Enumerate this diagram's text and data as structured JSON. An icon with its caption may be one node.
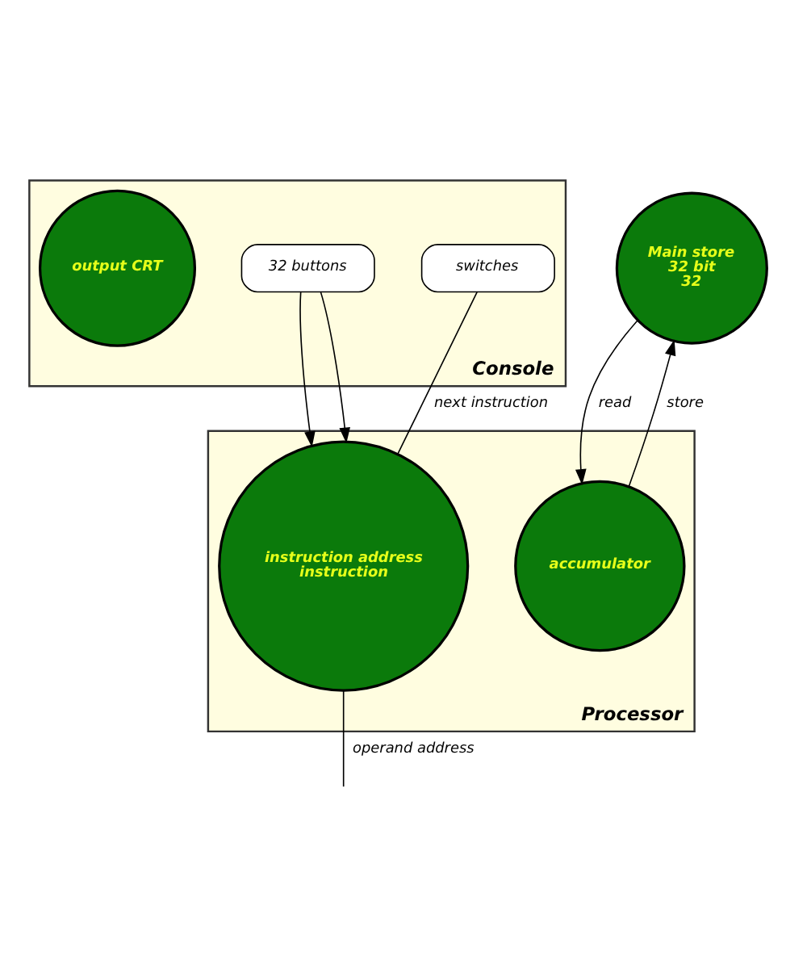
{
  "diagram": {
    "nodes": [
      {
        "text": [
          "Console"
        ]
      },
      {
        "text": [
          "32 buttons"
        ],
        "in": 0
      },
      {
        "text": [
          "switches"
        ],
        "in": 0
      },
      {
        "text": [
          "output CRT"
        ],
        "in": 0
      },
      {
        "text": [
          "Main store",
          "32 bit",
          "32"
        ]
      },
      {
        "text": [
          "Processor"
        ]
      },
      {
        "text": [
          "accumulator"
        ],
        "in": 5
      },
      {
        "text": [
          "instruction address",
          "instruction"
        ],
        "in": 5
      }
    ],
    "edges": [
      {
        "from": 6,
        "to": 4,
        "arrow": "to",
        "label": "store"
      },
      {
        "from": 4,
        "to": 6,
        "arrow": "to",
        "label": "read"
      },
      {
        "from": 1,
        "to": 7,
        "arrow": "to"
      },
      {
        "from": 1,
        "to": 7,
        "arrow": "to"
      },
      {
        "from": 2,
        "to": 7,
        "arrow": "none",
        "label": "next instruction"
      },
      {
        "from": 7,
        "to": null,
        "arrow": "none",
        "label": "operand address"
      }
    ]
  }
}
